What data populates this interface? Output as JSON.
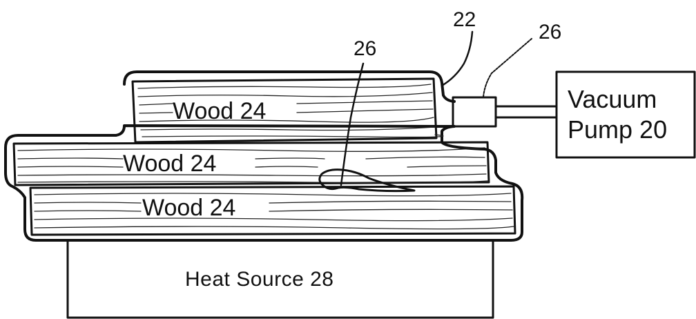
{
  "labels": {
    "wood_top": "Wood 24",
    "wood_middle": "Wood 24",
    "wood_bottom": "Wood 24",
    "bag_ref": "22",
    "valve_ref": "26",
    "bubble_ref": "26",
    "pump_line1": "Vacuum",
    "pump_line2": "Pump 20",
    "heat_source": "Heat Source 28"
  },
  "colors": {
    "ink": "#111111",
    "background": "#ffffff"
  }
}
